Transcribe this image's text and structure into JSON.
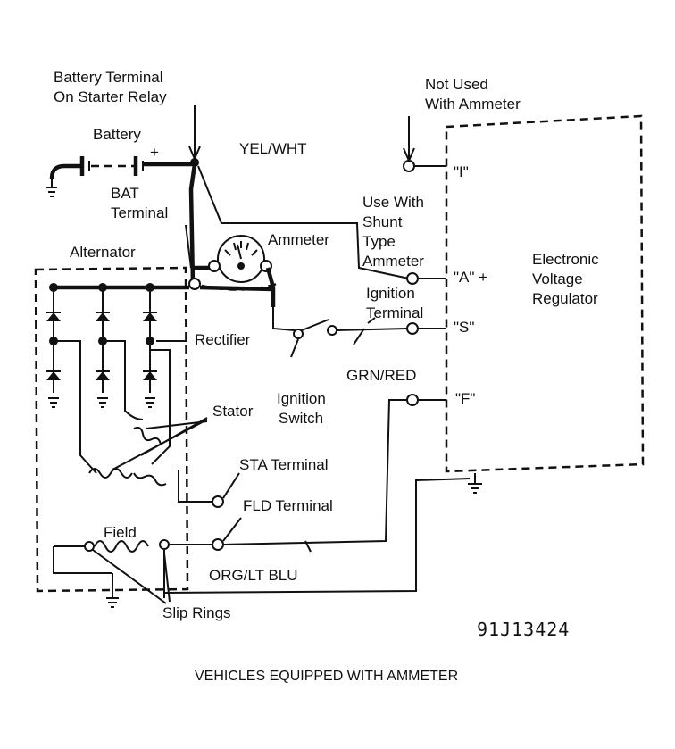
{
  "labels": {
    "battery_terminal": [
      "Battery Terminal",
      "On Starter Relay"
    ],
    "battery": "Battery",
    "yel_wht": "YEL/WHT",
    "bat_terminal": [
      "BAT",
      "Terminal"
    ],
    "ammeter": "Ammeter",
    "not_used": [
      "Not Used",
      "With Ammeter"
    ],
    "use_with_shunt": [
      "Use With",
      "Shunt",
      "Type",
      "Ammeter"
    ],
    "alternator": "Alternator",
    "rectifier": "Rectifier",
    "ignition_terminal": [
      "Ignition",
      "Terminal"
    ],
    "ignition_switch": [
      "Ignition",
      "Switch"
    ],
    "grn_red": "GRN/RED",
    "stator": "Stator",
    "sta_terminal": "STA Terminal",
    "fld_terminal": "FLD Terminal",
    "field": "Field",
    "org_lt_blu": "ORG/LT BLU",
    "slip_rings": "Slip Rings",
    "regulator": [
      "Electronic",
      "Voltage",
      "Regulator"
    ],
    "term_i": "\"I\"",
    "term_a": "\"A\" +",
    "term_s": "\"S\"",
    "term_f": "\"F\""
  },
  "figure_code": "91J13424",
  "caption": "VEHICLES EQUIPPED WITH AMMETER"
}
